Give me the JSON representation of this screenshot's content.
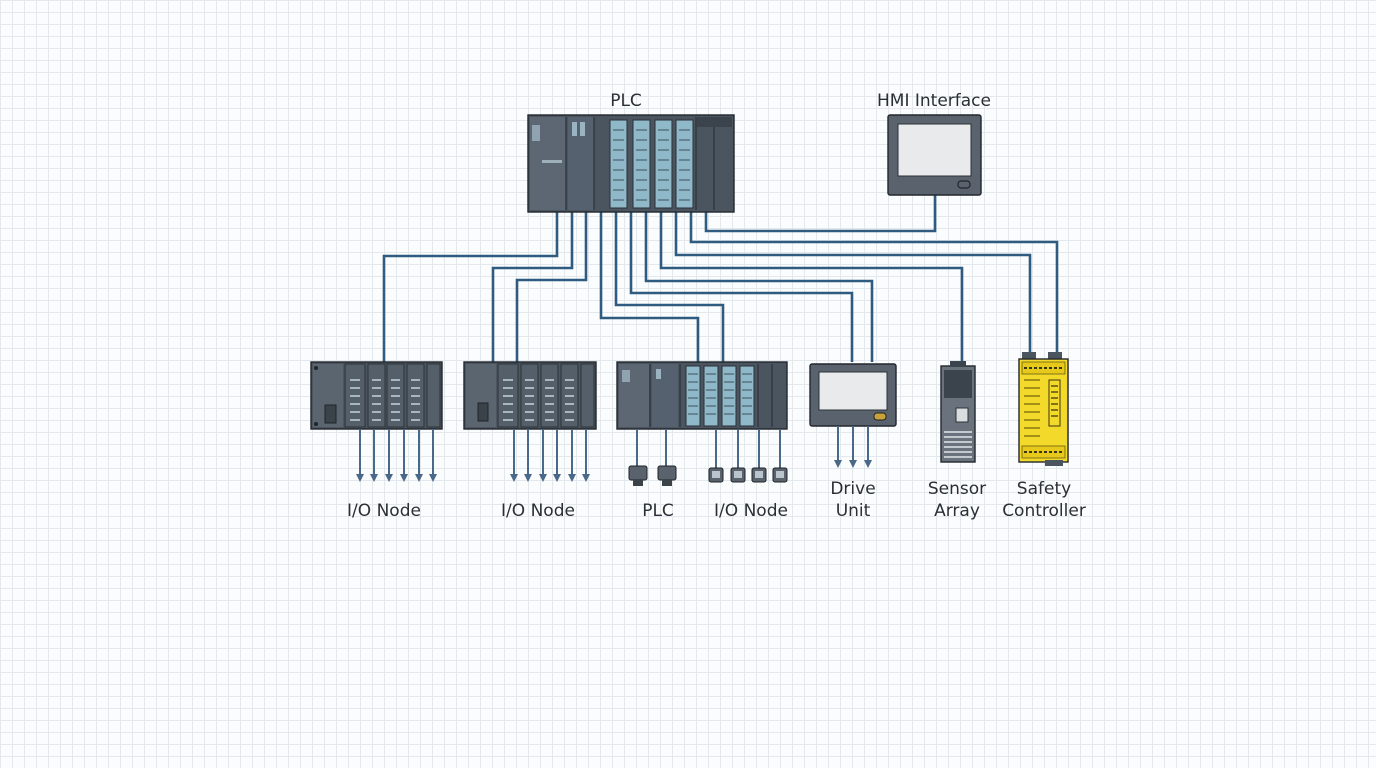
{
  "labels": {
    "main_plc": "PLC",
    "hmi": "HMI Interface",
    "io_node_1": "I/O Node",
    "io_node_2": "I/O Node",
    "plc_2": "PLC",
    "io_node_3": "I/O Node",
    "drive_unit_l1": "Drive",
    "drive_unit_l2": "Unit",
    "sensor_array_l1": "Sensor",
    "sensor_array_l2": "Array",
    "safety_controller_l1": "Safety",
    "safety_controller_l2": "Controller"
  },
  "colors": {
    "wire": "#2e5b7f",
    "module_dark": "#4b5560",
    "module_mid": "#5d6773",
    "io_slot": "#8fb8c8",
    "screen": "#e9eaeb",
    "safety_yellow": "#f3d92a"
  },
  "icons": [
    "plc-rack-icon",
    "hmi-panel-icon",
    "io-rack-icon",
    "drive-panel-icon",
    "sensor-unit-icon",
    "safety-module-icon",
    "connector-icon",
    "arrow-down-icon"
  ]
}
